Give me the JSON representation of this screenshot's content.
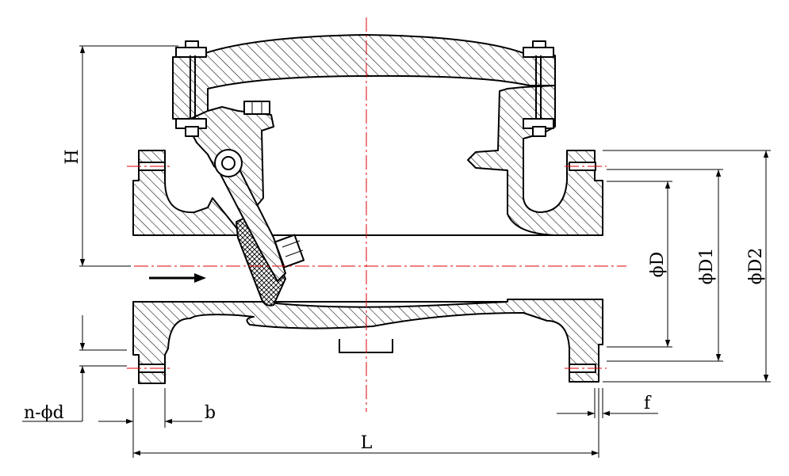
{
  "dimensions": {
    "height": "H",
    "length": "L",
    "bore": "ϕD",
    "bolt_circle": "ϕD1",
    "flange_outer": "ϕD2",
    "flange_thickness": "b",
    "raised_face": "f",
    "bolt_holes": "n-ϕd"
  },
  "colors": {
    "centerline": "#e00000",
    "line": "#000000",
    "background": "#ffffff"
  },
  "flow_direction": "left-to-right"
}
